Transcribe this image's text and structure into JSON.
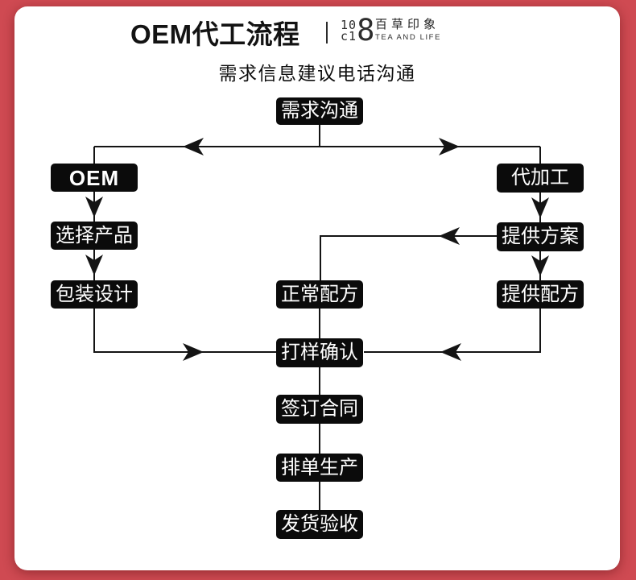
{
  "colors": {
    "accent_red": "#cf4a52",
    "card_white": "#ffffff",
    "node_black": "#0b0b0b",
    "line_black": "#141414"
  },
  "header": {
    "title": "OEM代工流程",
    "logo": {
      "mark_top": "10",
      "mark_bottom": "c1",
      "mark_eight": "8",
      "brand_cn": "百草印象",
      "brand_en": "TEA AND LIFE"
    },
    "subtitle": "需求信息建议电话沟通"
  },
  "flow": {
    "nodes": [
      {
        "id": "demand-communication",
        "label": "需求沟通"
      },
      {
        "id": "oem",
        "label": "OEM"
      },
      {
        "id": "contract-processing",
        "label": "代加工"
      },
      {
        "id": "select-product",
        "label": "选择产品"
      },
      {
        "id": "provide-plan",
        "label": "提供方案"
      },
      {
        "id": "package-design",
        "label": "包装设计"
      },
      {
        "id": "normal-formula",
        "label": "正常配方"
      },
      {
        "id": "provide-formula",
        "label": "提供配方"
      },
      {
        "id": "sample-confirmation",
        "label": "打样确认"
      },
      {
        "id": "sign-contract",
        "label": "签订合同"
      },
      {
        "id": "schedule-production",
        "label": "排单生产"
      },
      {
        "id": "delivery-acceptance",
        "label": "发货验收"
      }
    ]
  }
}
